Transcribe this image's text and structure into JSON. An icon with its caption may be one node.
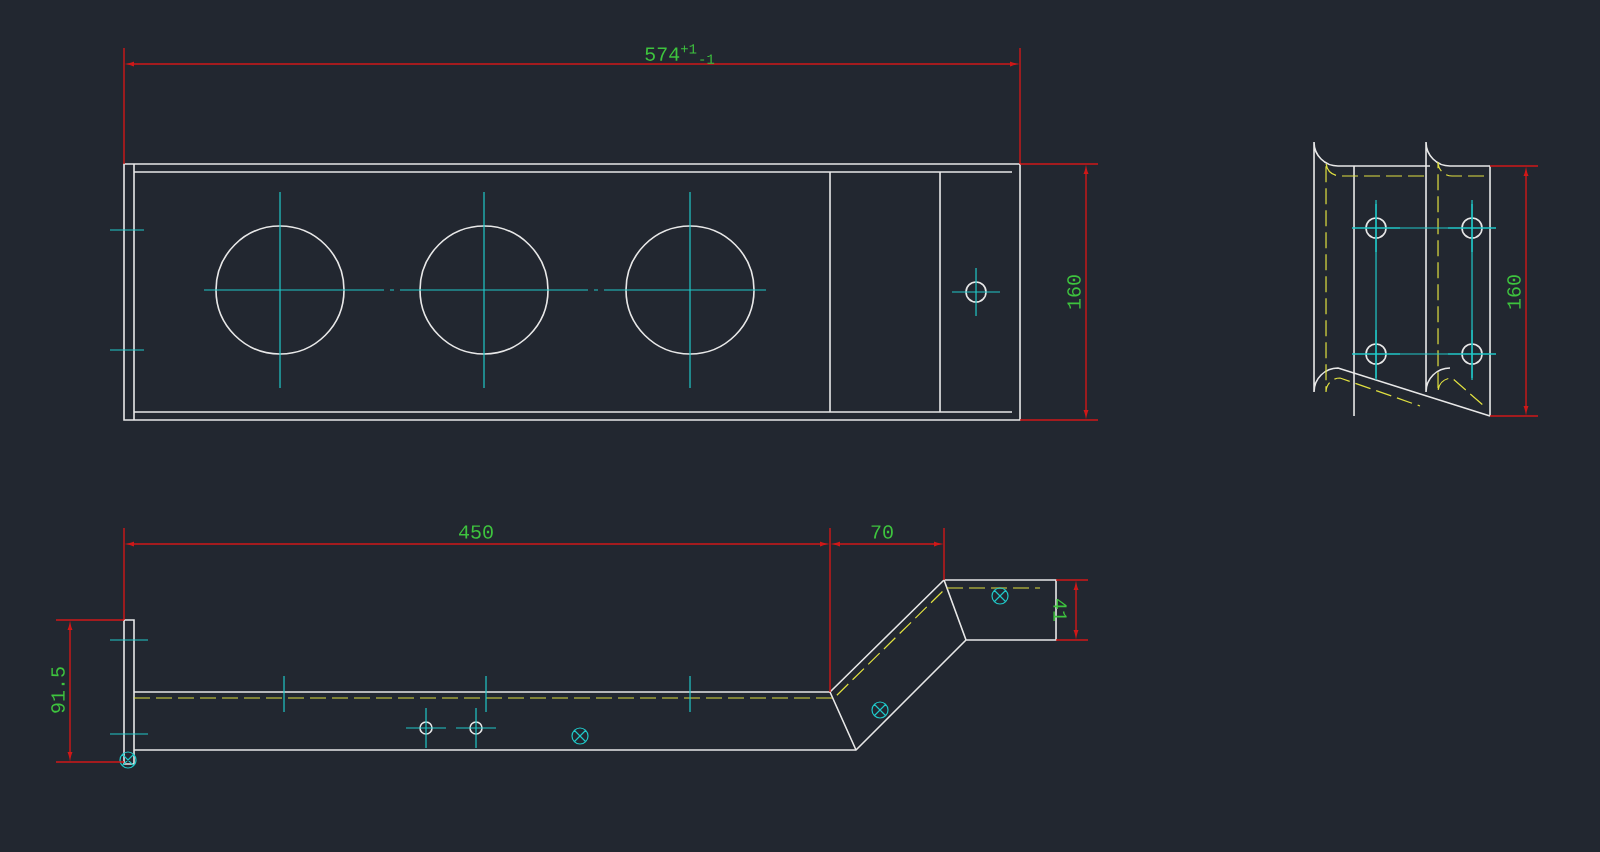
{
  "diagram": {
    "labels": [
      "574$^{+1}$$_{-1}$",
      "160",
      "160",
      "450",
      "70",
      "41",
      "91.5"
    ]
  }
}
